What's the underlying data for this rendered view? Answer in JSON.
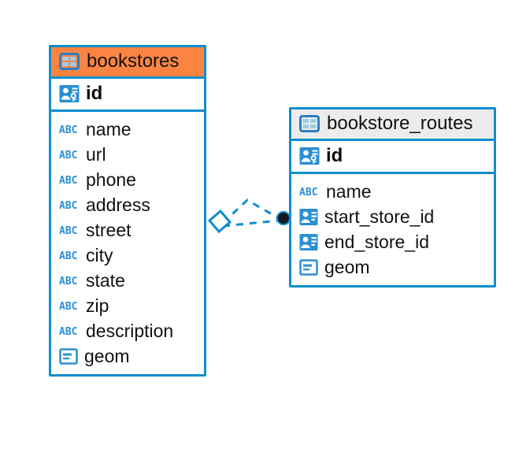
{
  "diagram": {
    "type": "entity-relationship-diagram",
    "background": "#ffffff",
    "accent_color": "#0d8ecf",
    "highlight_color": "#fa8543",
    "neutral_header_color": "#ececec"
  },
  "entities": [
    {
      "name": "bookstores",
      "header_style": "accent",
      "header_icon": "table-icon",
      "primary_key": {
        "label": "id",
        "icon": "primary-key-icon"
      },
      "fields": [
        {
          "label": "name",
          "icon": "text-abc-icon"
        },
        {
          "label": "url",
          "icon": "text-abc-icon"
        },
        {
          "label": "phone",
          "icon": "text-abc-icon"
        },
        {
          "label": "address",
          "icon": "text-abc-icon"
        },
        {
          "label": "street",
          "icon": "text-abc-icon"
        },
        {
          "label": "city",
          "icon": "text-abc-icon"
        },
        {
          "label": "state",
          "icon": "text-abc-icon"
        },
        {
          "label": "zip",
          "icon": "text-abc-icon"
        },
        {
          "label": "description",
          "icon": "text-abc-icon"
        },
        {
          "label": "geom",
          "icon": "geometry-icon"
        }
      ]
    },
    {
      "name": "bookstore_routes",
      "header_style": "neutral",
      "header_icon": "table-icon",
      "primary_key": {
        "label": "id",
        "icon": "primary-key-icon"
      },
      "fields": [
        {
          "label": "name",
          "icon": "text-abc-icon"
        },
        {
          "label": "start_store_id",
          "icon": "foreign-key-icon"
        },
        {
          "label": "end_store_id",
          "icon": "foreign-key-icon"
        },
        {
          "label": "geom",
          "icon": "geometry-icon"
        }
      ]
    }
  ],
  "relationship": {
    "style": "dashed",
    "color": "#0d8ecf",
    "source_endpoint": "diamond-marker",
    "target_endpoint": "filled-circle-marker",
    "target_fill": "#111827"
  }
}
